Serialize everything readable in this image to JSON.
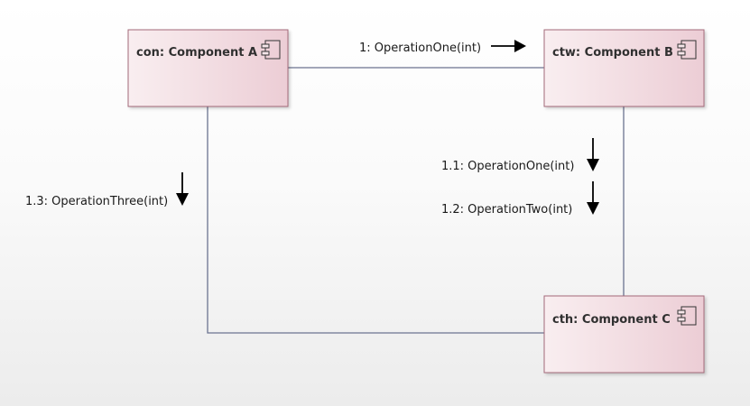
{
  "components": [
    {
      "id": "a",
      "label": "con: Component A",
      "icon": "component-icon"
    },
    {
      "id": "b",
      "label": "ctw: Component B",
      "icon": "component-icon"
    },
    {
      "id": "c",
      "label": "cth: Component C",
      "icon": "component-icon"
    }
  ],
  "messages": [
    {
      "id": "m1",
      "label": "1: OperationOne(int)",
      "direction": "right"
    },
    {
      "id": "m11",
      "label": "1.1: OperationOne(int)",
      "direction": "down"
    },
    {
      "id": "m12",
      "label": "1.2: OperationTwo(int)",
      "direction": "down"
    },
    {
      "id": "m13",
      "label": "1.3: OperationThree(int)",
      "direction": "down"
    }
  ],
  "connectors": [
    {
      "from": "a",
      "to": "b"
    },
    {
      "from": "b",
      "to": "c"
    },
    {
      "from": "a",
      "to": "c"
    }
  ],
  "colors": {
    "box_fill_light": "#f9eef0",
    "box_fill_dark": "#eed0d7",
    "box_border": "#a46a7a",
    "connector": "#6b7390",
    "arrow": "#000000"
  }
}
